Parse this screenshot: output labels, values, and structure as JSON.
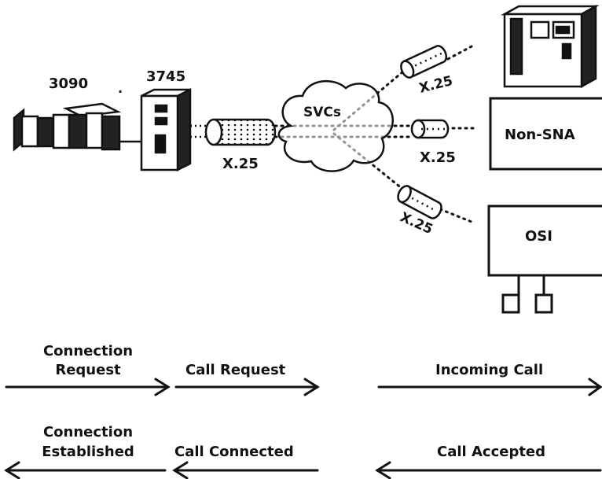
{
  "nodes": {
    "host": "3090",
    "controller": "3745",
    "cloud": "SVCs",
    "non_sna": "Non-SNA",
    "osi": "OSI"
  },
  "links": {
    "main": "X.25",
    "upper": "X.25",
    "middle": "X.25",
    "lower": "X.25"
  },
  "flows": {
    "connection_request": [
      "Connection",
      "Request"
    ],
    "call_request": "Call Request",
    "incoming_call": "Incoming Call",
    "connection_established": [
      "Connection",
      "Established"
    ],
    "call_connected": "Call Connected",
    "call_accepted": "Call Accepted"
  },
  "colors": {
    "ink": "#111111",
    "background": "#ffffff"
  }
}
